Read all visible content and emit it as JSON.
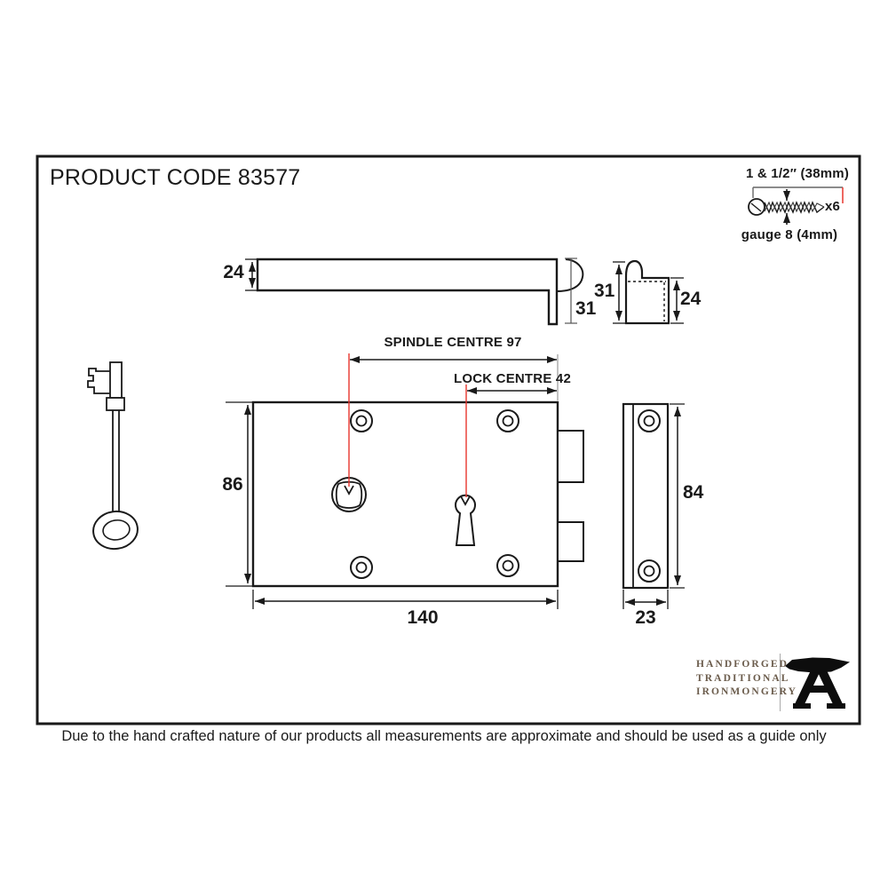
{
  "product_code": "PRODUCT CODE 83577",
  "screw": {
    "length": "1 & 1/2″ (38mm)",
    "quantity": "x6",
    "gauge": "gauge 8 (4mm)"
  },
  "side_view": {
    "plate_thickness_mm": "24",
    "drop_mm": "31"
  },
  "keep_side": {
    "height_mm": "31",
    "depth_mm": "24"
  },
  "lock": {
    "spindle_centre": "SPINDLE CENTRE 97",
    "lock_centre": "LOCK CENTRE 42",
    "height_mm": "86",
    "width_mm": "140"
  },
  "keep": {
    "height_mm": "84",
    "width_mm": "23"
  },
  "logo": {
    "line1": "HANDFORGED",
    "line2": "TRADITIONAL",
    "line3": "IRONMONGERY"
  },
  "disclaimer": "Due to the hand crafted nature of our products all measurements are approximate and should be used as a guide only",
  "colors": {
    "line": "#1a1a1a",
    "dimension_red": "#e8352e",
    "logo_text": "#6b5c4c"
  }
}
